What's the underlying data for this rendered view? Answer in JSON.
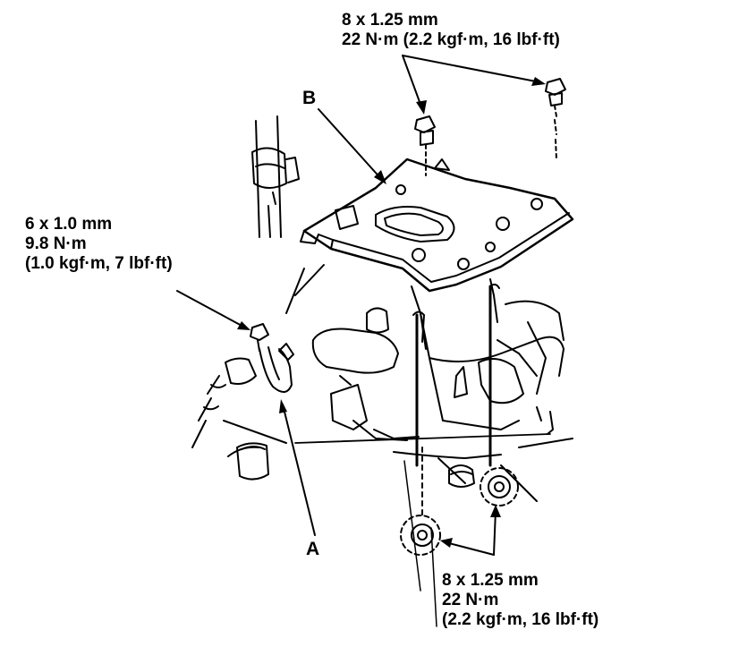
{
  "labels": {
    "callout_a": "A",
    "callout_b": "B"
  },
  "specs": {
    "top_bolts": {
      "size": "8 x 1.25 mm",
      "torque": "22 N·m (2.2 kgf·m, 16 lbf·ft)"
    },
    "ground_bolt": {
      "size": "6 x 1.0 mm",
      "torque": "9.8 N·m",
      "torque_alt": "(1.0 kgf·m, 7 lbf·ft)"
    },
    "bottom_bolts": {
      "size": "8 x 1.25 mm",
      "torque": "22 N·m",
      "torque_alt": "(2.2 kgf·m, 16 lbf·ft)"
    }
  },
  "colors": {
    "ink": "#000000",
    "paper": "#ffffff"
  }
}
